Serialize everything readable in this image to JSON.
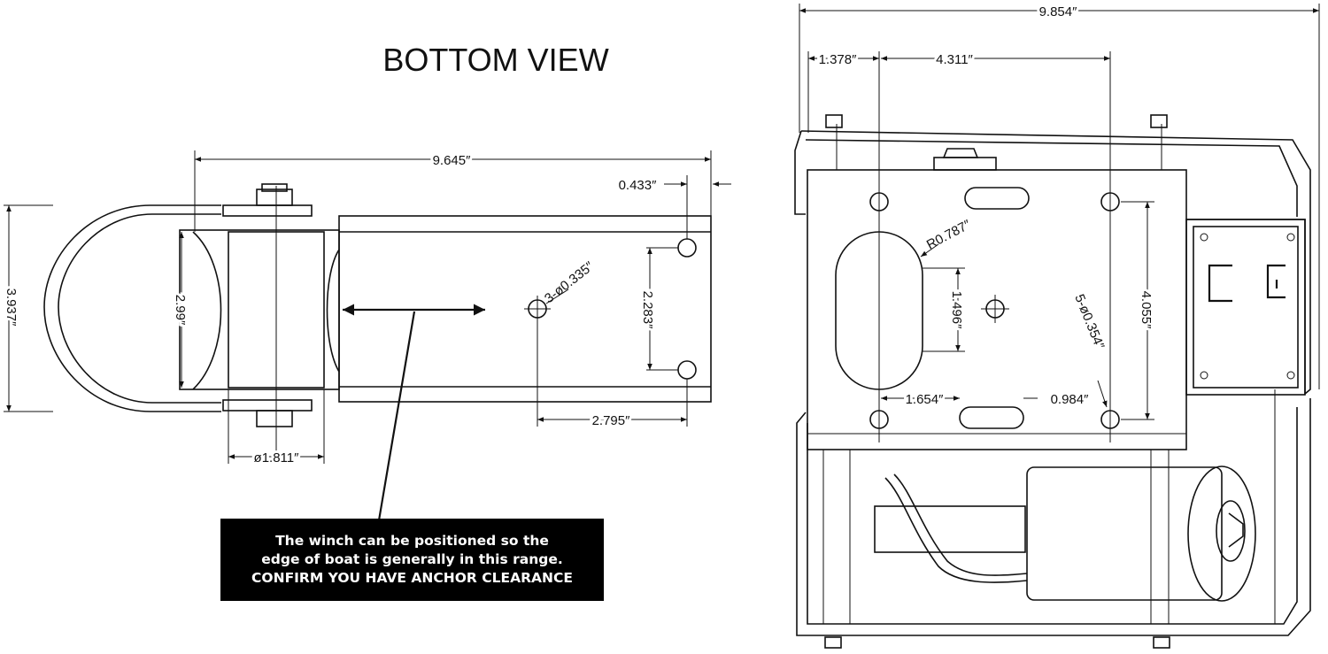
{
  "bottom_view": {
    "title": "BOTTOM VIEW",
    "dims": {
      "overall_length": "9.645″",
      "offset": "0.433″",
      "height": "3.937″",
      "roller_length": "2.99″",
      "roller_dia": "ø1.811″",
      "hole_label": "3-ø0.335″",
      "hole_spacing_v": "2.283″",
      "hole_spacing_h": "2.795″"
    },
    "note": {
      "line1": "The winch can be positioned so the",
      "line2": "edge of boat is generally in this range.",
      "line3": "CONFIRM YOU HAVE ANCHOR CLEARANCE"
    }
  },
  "side_view": {
    "dims": {
      "overall": "9.854″",
      "left_offset": "1.378″",
      "hole_span": "4.311″",
      "slot_radius": "R0.787″",
      "slot_height": "1.496″",
      "holes_label": "5-ø0.354″",
      "hole_vert": "4.055″",
      "slot_offset": "1.654″",
      "slot_len": "0.984″"
    }
  }
}
